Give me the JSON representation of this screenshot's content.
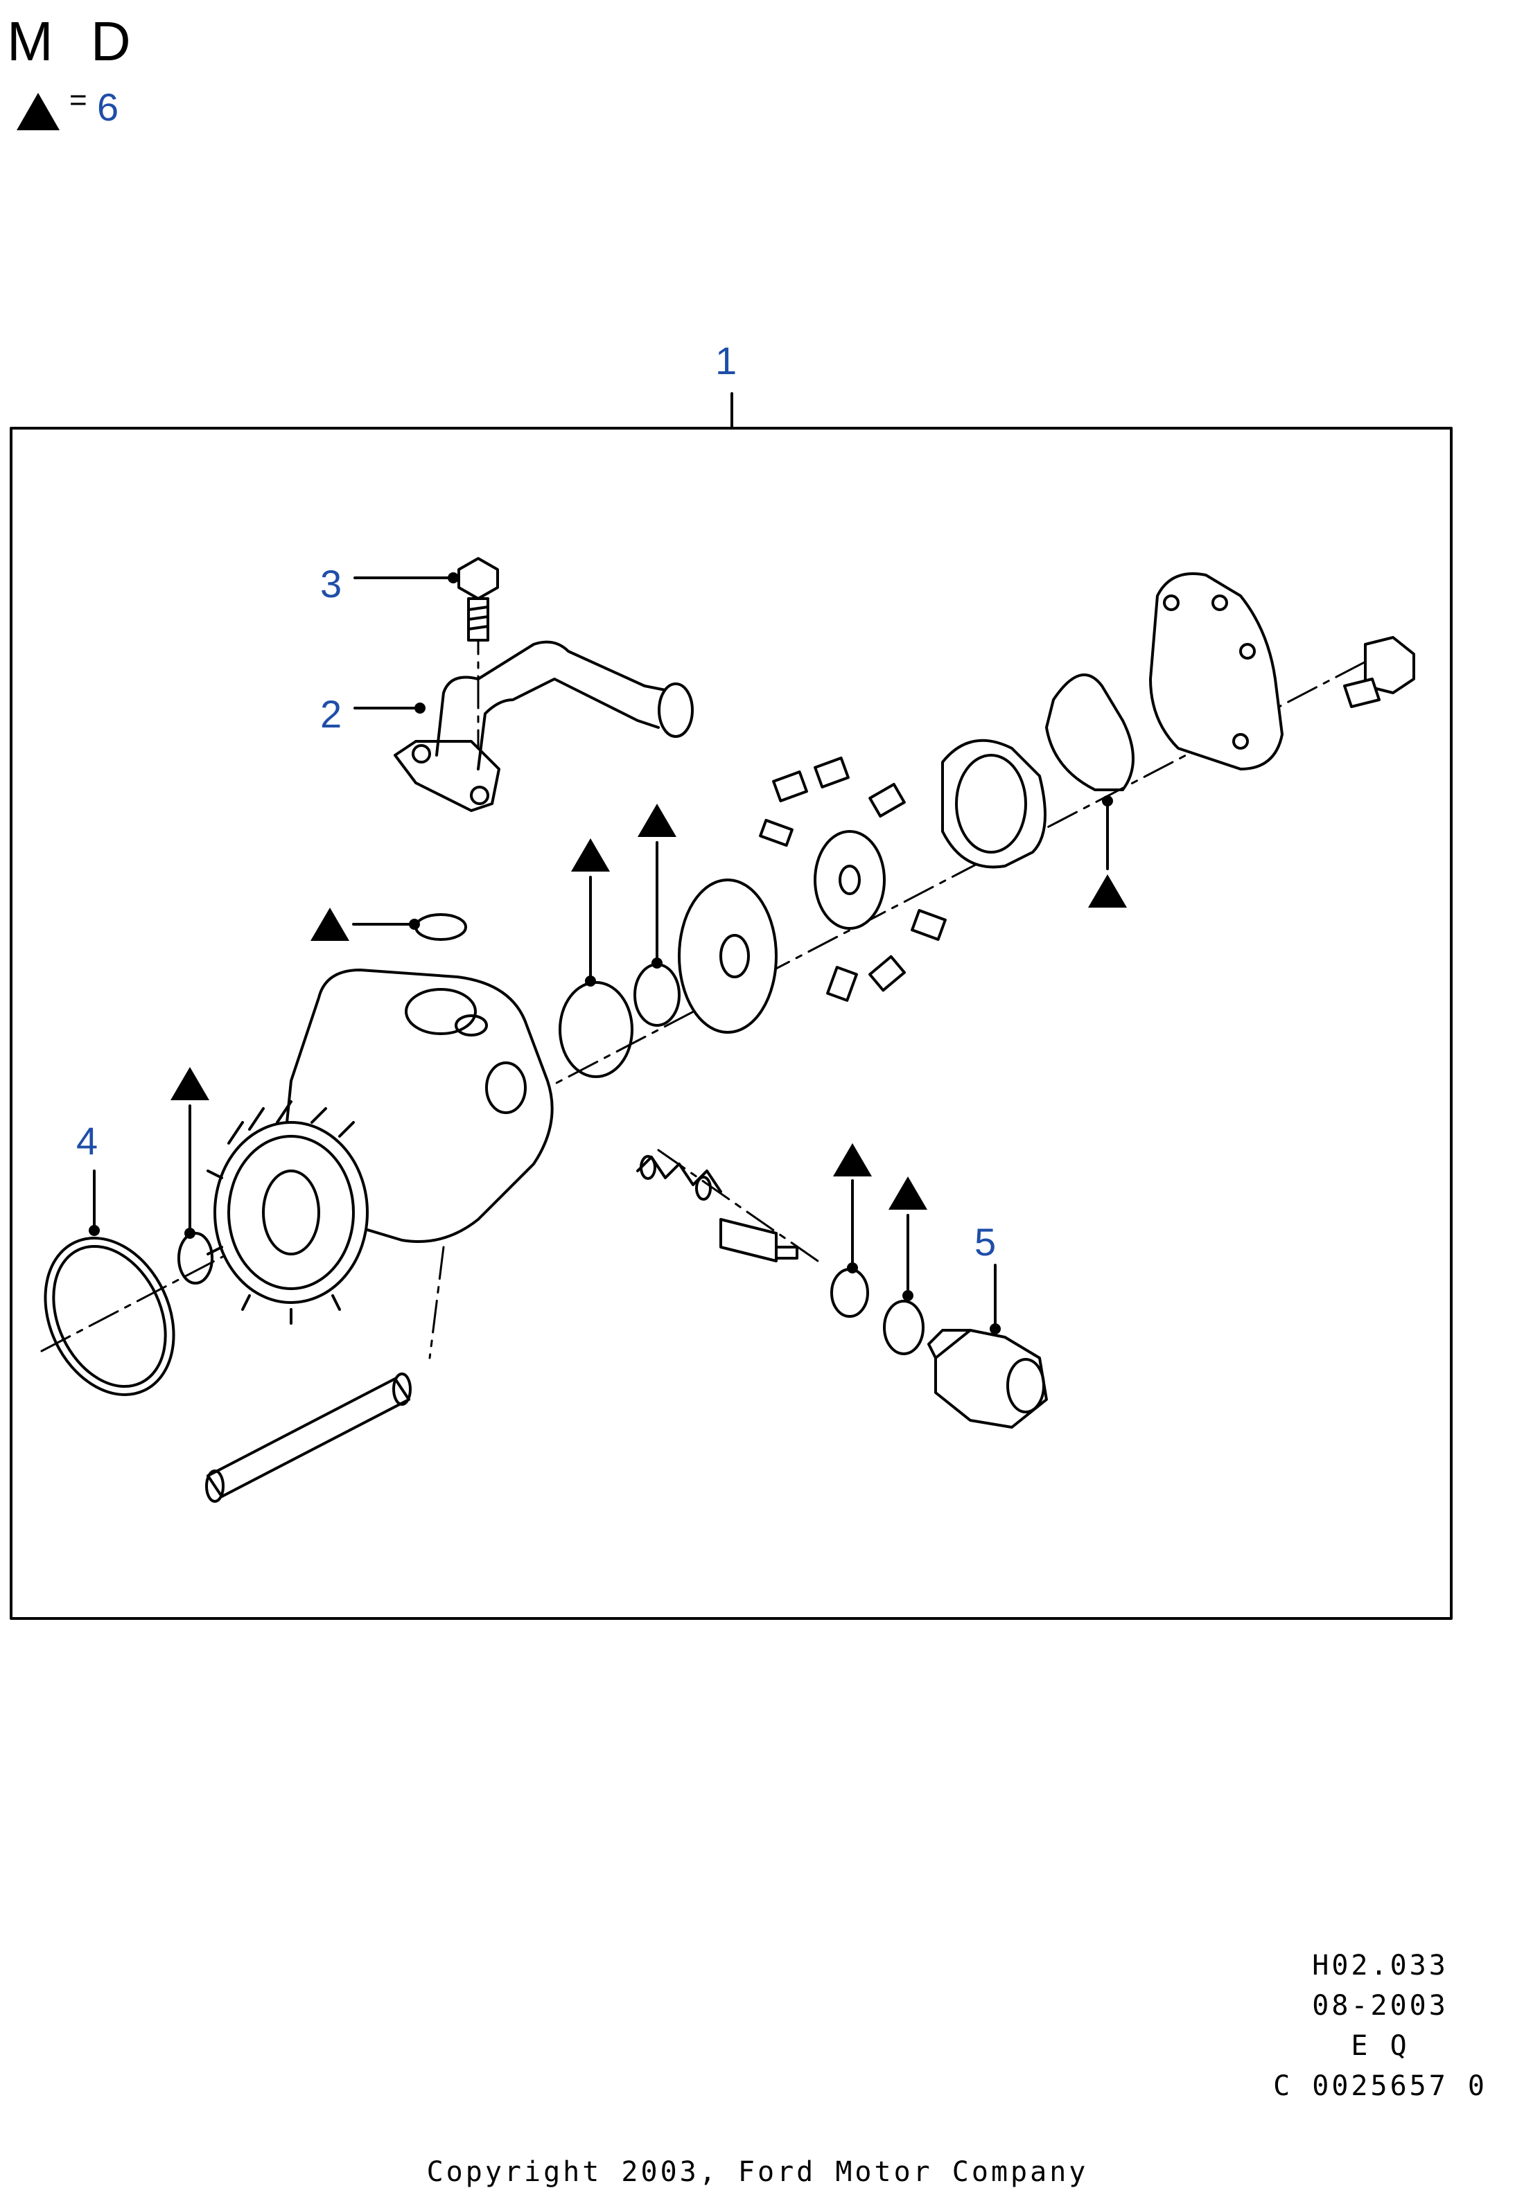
{
  "header": {
    "code": "M D"
  },
  "legend": {
    "equals": "=",
    "ref": "6"
  },
  "callouts": [
    "1",
    "2",
    "3",
    "4",
    "5"
  ],
  "meta": {
    "line1": "H02.033",
    "line2": "08-2003",
    "line3": "E Q",
    "line4": "C 0025657 0"
  },
  "copyright": "Copyright 2003, Ford Motor Company"
}
